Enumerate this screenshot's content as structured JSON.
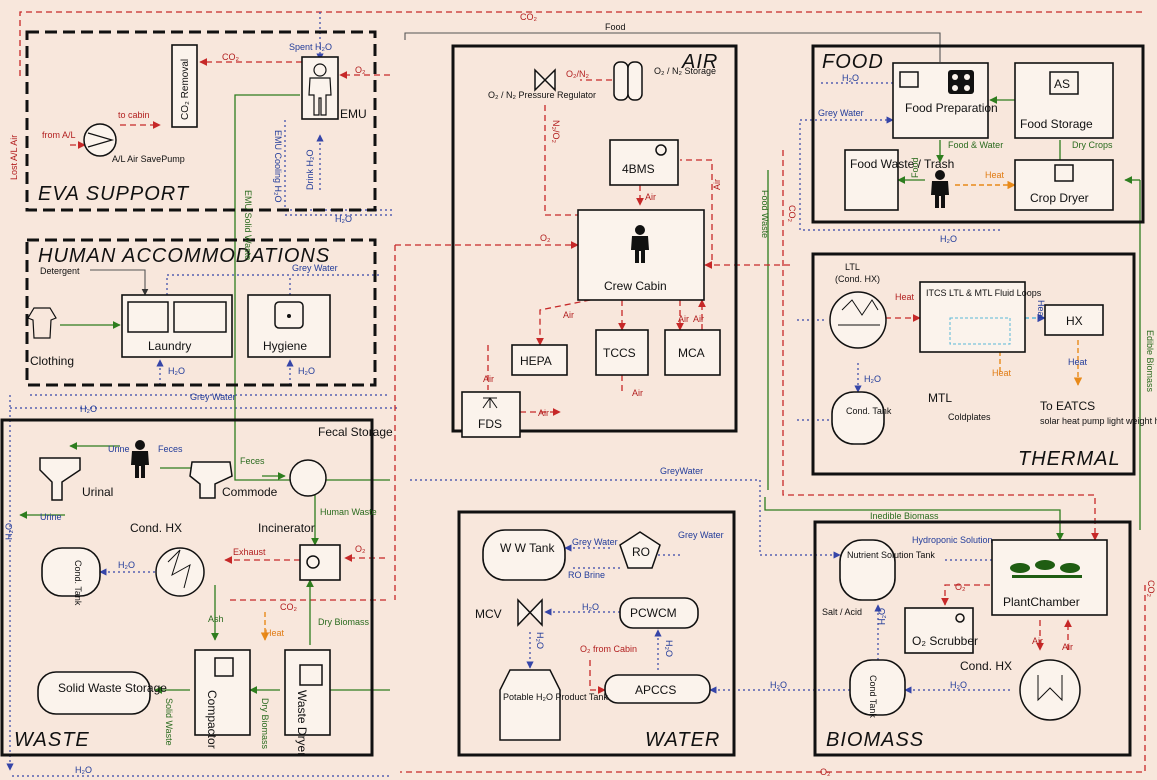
{
  "sections": {
    "eva": "EVA SUPPORT",
    "human": "HUMAN ACCOMMODATIONS",
    "air": "AIR",
    "food": "FOOD",
    "thermal": "THERMAL",
    "waste": "WASTE",
    "water": "WATER",
    "biomass": "BIOMASS"
  },
  "eva": {
    "co2_removal": "CO₂ Removal",
    "emu": "EMU",
    "spent_h2o": "Spent H₂O",
    "co2": "CO₂",
    "o2": "O₂",
    "to_cabin": "to cabin",
    "from_al": "from A/L",
    "pump_label": "A/L Air SavePump",
    "lost_al_air": "Lost A/L Air",
    "emu_solid_waste": "EMU Solid Waste",
    "emu_cooling": "EMU Cooling H₂O",
    "drink_h2o": "Drink H₂O",
    "h2o": "H₂O"
  },
  "human": {
    "detergent": "Detergent",
    "grey_water": "Grey Water",
    "clothing": "Clothing",
    "laundry": "Laundry",
    "hygiene": "Hygiene",
    "h2o": "H₂O"
  },
  "air": {
    "pressure_regulator": "O₂ / N₂ Pressure Regulator",
    "o2n2": "O₂/N₂",
    "storage": "O₂ / N₂ Storage",
    "bms": "4BMS",
    "n2o2": "N₂/O₂",
    "crew_cabin": "Crew Cabin",
    "o2": "O₂",
    "air": "Air",
    "hepa": "HEPA",
    "tccs": "TCCS",
    "mca": "MCA",
    "fds": "FDS"
  },
  "food": {
    "food_prep": "Food Preparation",
    "food_storage": "Food Storage",
    "as": "AS",
    "food_waste": "Food Waste / Trash",
    "crop_dryer": "Crop Dryer",
    "h2o": "H₂O",
    "grey_water": "Grey Water",
    "food_water": "Food & Water",
    "dry_crops": "Dry Crops",
    "food": "Food",
    "heat": "Heat",
    "food_waste_line": "Food Waste",
    "co2": "CO₂"
  },
  "thermal": {
    "ltl": "LTL",
    "cond_hx": "(Cond. HX)",
    "itcs": "ITCS LTL & MTL Fluid Loops",
    "hx": "HX",
    "heat": "Heat",
    "cond_tank": "Cond. Tank",
    "mtl": "MTL",
    "coldplates": "Coldplates",
    "to_eatcs": "To EATCS",
    "eatcs_note": "solar heat pump light weight heat pipe radiators",
    "edible_biomass": "Edible Biomass",
    "h2o": "H₂O"
  },
  "waste": {
    "urine": "Urine",
    "feces": "Feces",
    "urinal": "Urinal",
    "commode": "Commode",
    "fecal_storage": "Fecal Storage",
    "human_waste": "Human Waste",
    "incinerator": "Incinerator",
    "cond_hx": "Cond. HX",
    "cond_tank": "Cond. Tank",
    "exhaust": "Exhaust",
    "o2": "O₂",
    "co2": "CO₂",
    "ash": "Ash",
    "heat": "Heat",
    "dry_biomass": "Dry Biomass",
    "compactor": "Compactor",
    "waste_dryer": "Waste Dryer",
    "solid_waste_storage": "Solid Waste Storage",
    "solid_waste": "Solid Waste",
    "h2o": "H₂O",
    "grey_water": "Grey Water"
  },
  "water": {
    "ww_tank": "W W Tank",
    "ro": "RO",
    "grey_water": "Grey Water",
    "ro_brine": "RO Brine",
    "mcv": "MCV",
    "pcwcm": "PCWCM",
    "o2_from_cabin": "O₂ from Cabin",
    "apccs": "APCCS",
    "potable": "Potable H₂O Product Tank",
    "h2o": "H₂O",
    "grey_water_line": "GreyWater"
  },
  "biomass": {
    "nutrient_tank": "Nutrient Solution Tank",
    "hydroponic": "Hydroponic Solution",
    "plant_chamber": "PlantChamber",
    "inedible": "Inedible Biomass",
    "salt_acid": "Salt / Acid",
    "scrubber": "O₂ Scrubber",
    "cond_tank": "Cond Tank",
    "cond_hx": "Cond. HX",
    "air": "Air",
    "h2o": "H₂O",
    "o2": "O₂",
    "co2": "CO₂"
  },
  "top": {
    "co2": "CO₂",
    "food": "Food"
  },
  "bottom": {
    "o2": "O₂",
    "h2o": "H₂O"
  },
  "colors": {
    "background": "#f8e7dc",
    "oxygen_air": "#c62828",
    "water": "#3545a8",
    "waste_solid": "#2e7d1e",
    "heat": "#e88a1a"
  }
}
